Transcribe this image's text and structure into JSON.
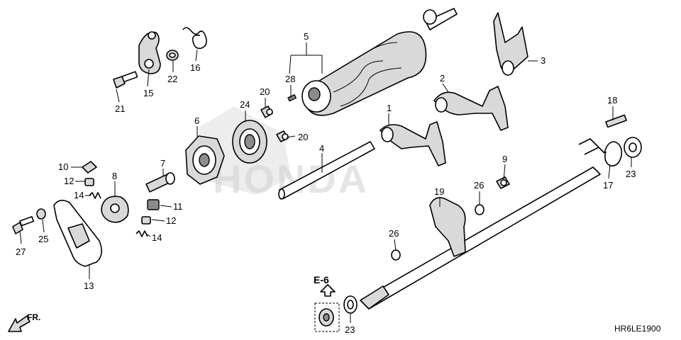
{
  "diagram": {
    "labels": {
      "p1": "1",
      "p2": "2",
      "p3": "3",
      "p4": "4",
      "p5": "5",
      "p6": "6",
      "p7": "7",
      "p8": "8",
      "p9": "9",
      "p10": "10",
      "p11": "11",
      "p12a": "12",
      "p12b": "12",
      "p13": "13",
      "p14a": "14",
      "p14b": "14",
      "p15": "15",
      "p16": "16",
      "p17": "17",
      "p18": "18",
      "p19": "19",
      "p20a": "20",
      "p20b": "20",
      "p21": "21",
      "p22": "22",
      "p23a": "23",
      "p23b": "23",
      "p24": "24",
      "p25": "25",
      "p26a": "26",
      "p26b": "26",
      "p27": "27",
      "p28": "28"
    },
    "ref_section": "E-6",
    "front_indicator": "FR.",
    "diagram_code": "HR6LE1900",
    "watermark_text": "HONDA"
  },
  "colors": {
    "line": "#000000",
    "watermark": "#d0d0d0",
    "background": "#ffffff"
  }
}
